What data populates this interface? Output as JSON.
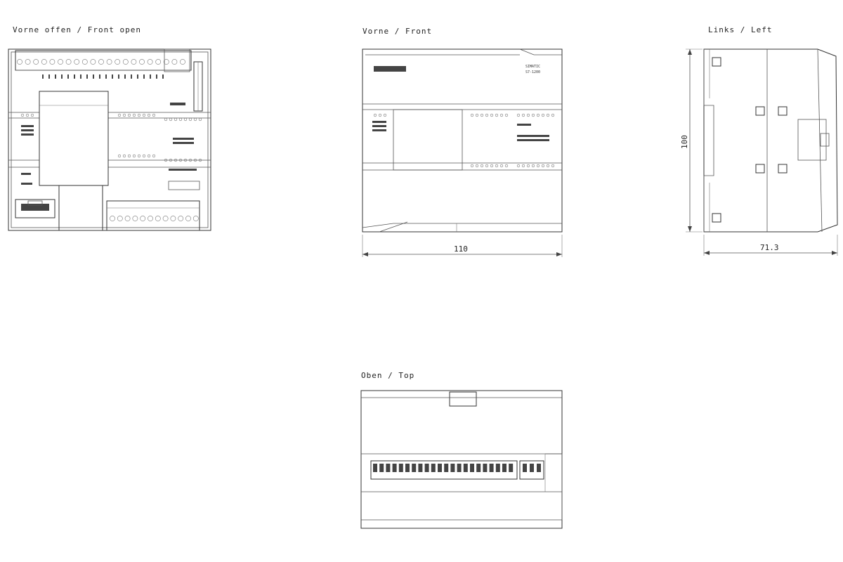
{
  "views": {
    "front_open": {
      "title": "Vorne offen / Front open"
    },
    "front": {
      "title": "Vorne / Front",
      "width_dim": "110"
    },
    "left": {
      "title": "Links / Left",
      "height_dim": "100",
      "depth_dim": "71.3"
    },
    "top": {
      "title": "Oben / Top"
    }
  },
  "markings": {
    "brand": "SIMATIC",
    "model": "S7-1200"
  }
}
